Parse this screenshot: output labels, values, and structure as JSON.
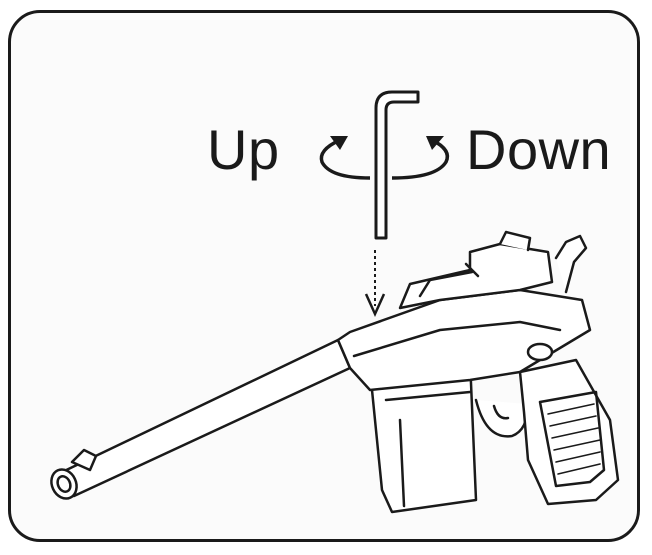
{
  "labels": {
    "up": "Up",
    "down": "Down"
  },
  "colors": {
    "ink": "#1a1a1a",
    "background": "#fbfbfb"
  },
  "icons": [
    "hex-key-icon",
    "rotate-up-arrow-icon",
    "rotate-down-arrow-icon",
    "insert-arrow-icon",
    "pistol-illustration"
  ]
}
